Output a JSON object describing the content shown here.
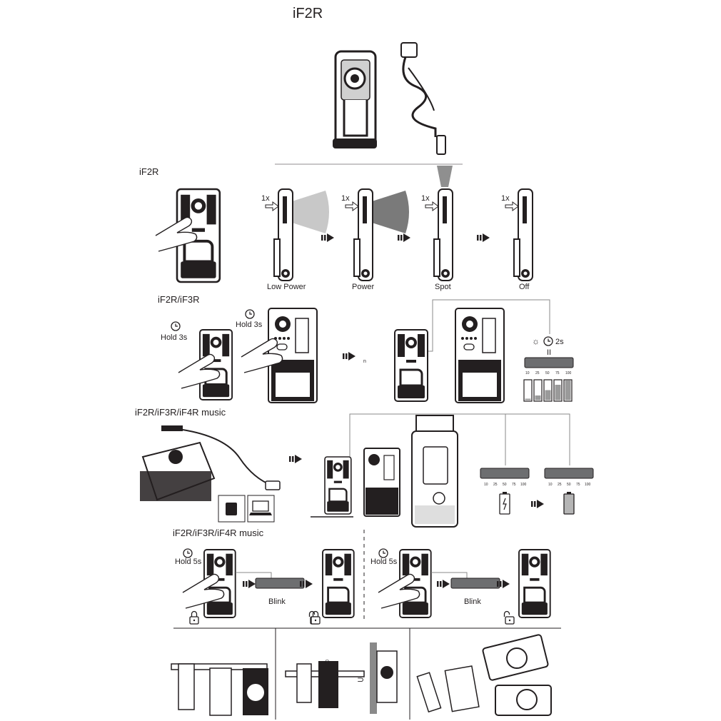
{
  "title": "iF2R",
  "sections": {
    "modes": "iF2R",
    "battery_check": "iF2R/iF3R",
    "charging": "iF2R/iF3R/iF4R music",
    "lock": "iF2R/iF3R/iF4R music"
  },
  "modes": {
    "press": "1x",
    "labels": [
      "Low Power",
      "Power",
      "Spot",
      "Off"
    ]
  },
  "battery_check": {
    "hold_small": "Hold 3s",
    "hold_large": "Hold 3s",
    "timer": "2s",
    "equals": "II",
    "levels": [
      "10",
      "25",
      "50",
      "75",
      "100"
    ]
  },
  "charging": {
    "levels": [
      "10",
      "25",
      "50",
      "75",
      "100"
    ]
  },
  "lock": {
    "hold_left": "Hold 5s",
    "hold_right": "Hold 5s",
    "blink_left": "Blink",
    "blink_right": "Blink"
  },
  "colors": {
    "ink": "#231f20",
    "beam_light": "#c8c8c8",
    "beam_dark": "#7a7a7a",
    "spot": "#8f8f8f"
  }
}
